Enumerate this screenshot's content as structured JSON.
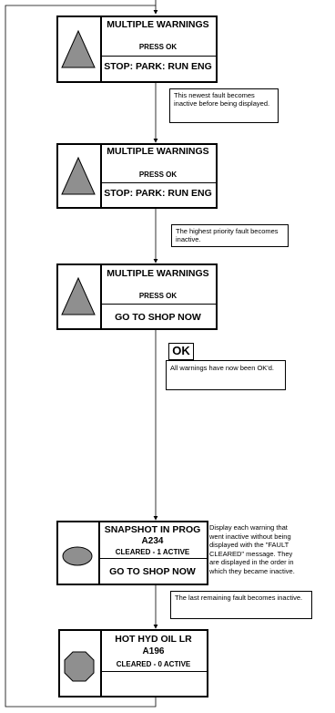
{
  "panels": [
    {
      "title": "MULTIPLE WARNINGS",
      "press": "PRESS OK",
      "bottom": "STOP: PARK: RUN ENG"
    },
    {
      "title": "MULTIPLE WARNINGS",
      "press": "PRESS OK",
      "bottom": "STOP: PARK: RUN ENG"
    },
    {
      "title": "MULTIPLE WARNINGS",
      "press": "PRESS OK",
      "bottom": "GO TO SHOP NOW"
    },
    {
      "title": "SNAPSHOT IN PROG",
      "code": "A234",
      "status": "CLEARED - 1 ACTIVE",
      "bottom": "GO TO SHOP NOW"
    },
    {
      "title": "HOT HYD OIL LR",
      "code": "A196",
      "status": "CLEARED - 0 ACTIVE"
    }
  ],
  "notes": {
    "n1": "This newest fault becomes inactive before being displayed.",
    "n2": "The highest priority fault becomes inactive.",
    "n3": "All warnings have now been OK'd.",
    "n4": "Display each warning that went inactive without being displayed with the  \"FAULT CLEARED\" message. They are displayed in the order in which they became inactive.",
    "n5": "The last remaining fault becomes inactive."
  },
  "ok_label": "OK",
  "icons": [
    "warning-triangle-icon",
    "warning-triangle-icon",
    "warning-triangle-icon",
    "ellipse-icon",
    "octagon-icon"
  ]
}
